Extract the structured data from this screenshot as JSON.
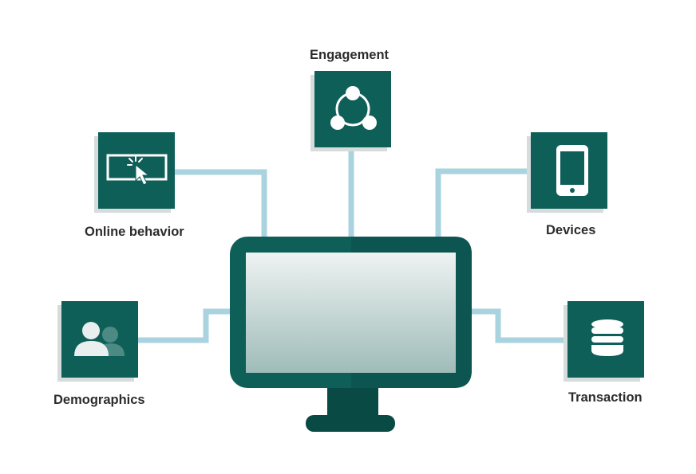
{
  "colors": {
    "tile": "#0f5f59",
    "tile_shadow": "#d5dcdb",
    "connector": "#a9d3de",
    "monitor_frame": "#0f5f59",
    "monitor_dark": "#0a4a45",
    "screen_top": "#eef3f2",
    "screen_bottom": "#9fbcb9",
    "icon": "#ffffff",
    "label_text": "#2c2c2c"
  },
  "nodes": [
    {
      "id": "engagement",
      "label": "Engagement",
      "icon": "share-network-icon"
    },
    {
      "id": "online_behavior",
      "label": "Online behavior",
      "icon": "click-cursor-icon"
    },
    {
      "id": "devices",
      "label": "Devices",
      "icon": "smartphone-icon"
    },
    {
      "id": "demographics",
      "label": "Demographics",
      "icon": "users-icon"
    },
    {
      "id": "transaction",
      "label": "Transaction",
      "icon": "database-icon"
    }
  ],
  "center": {
    "icon": "desktop-monitor-icon"
  }
}
